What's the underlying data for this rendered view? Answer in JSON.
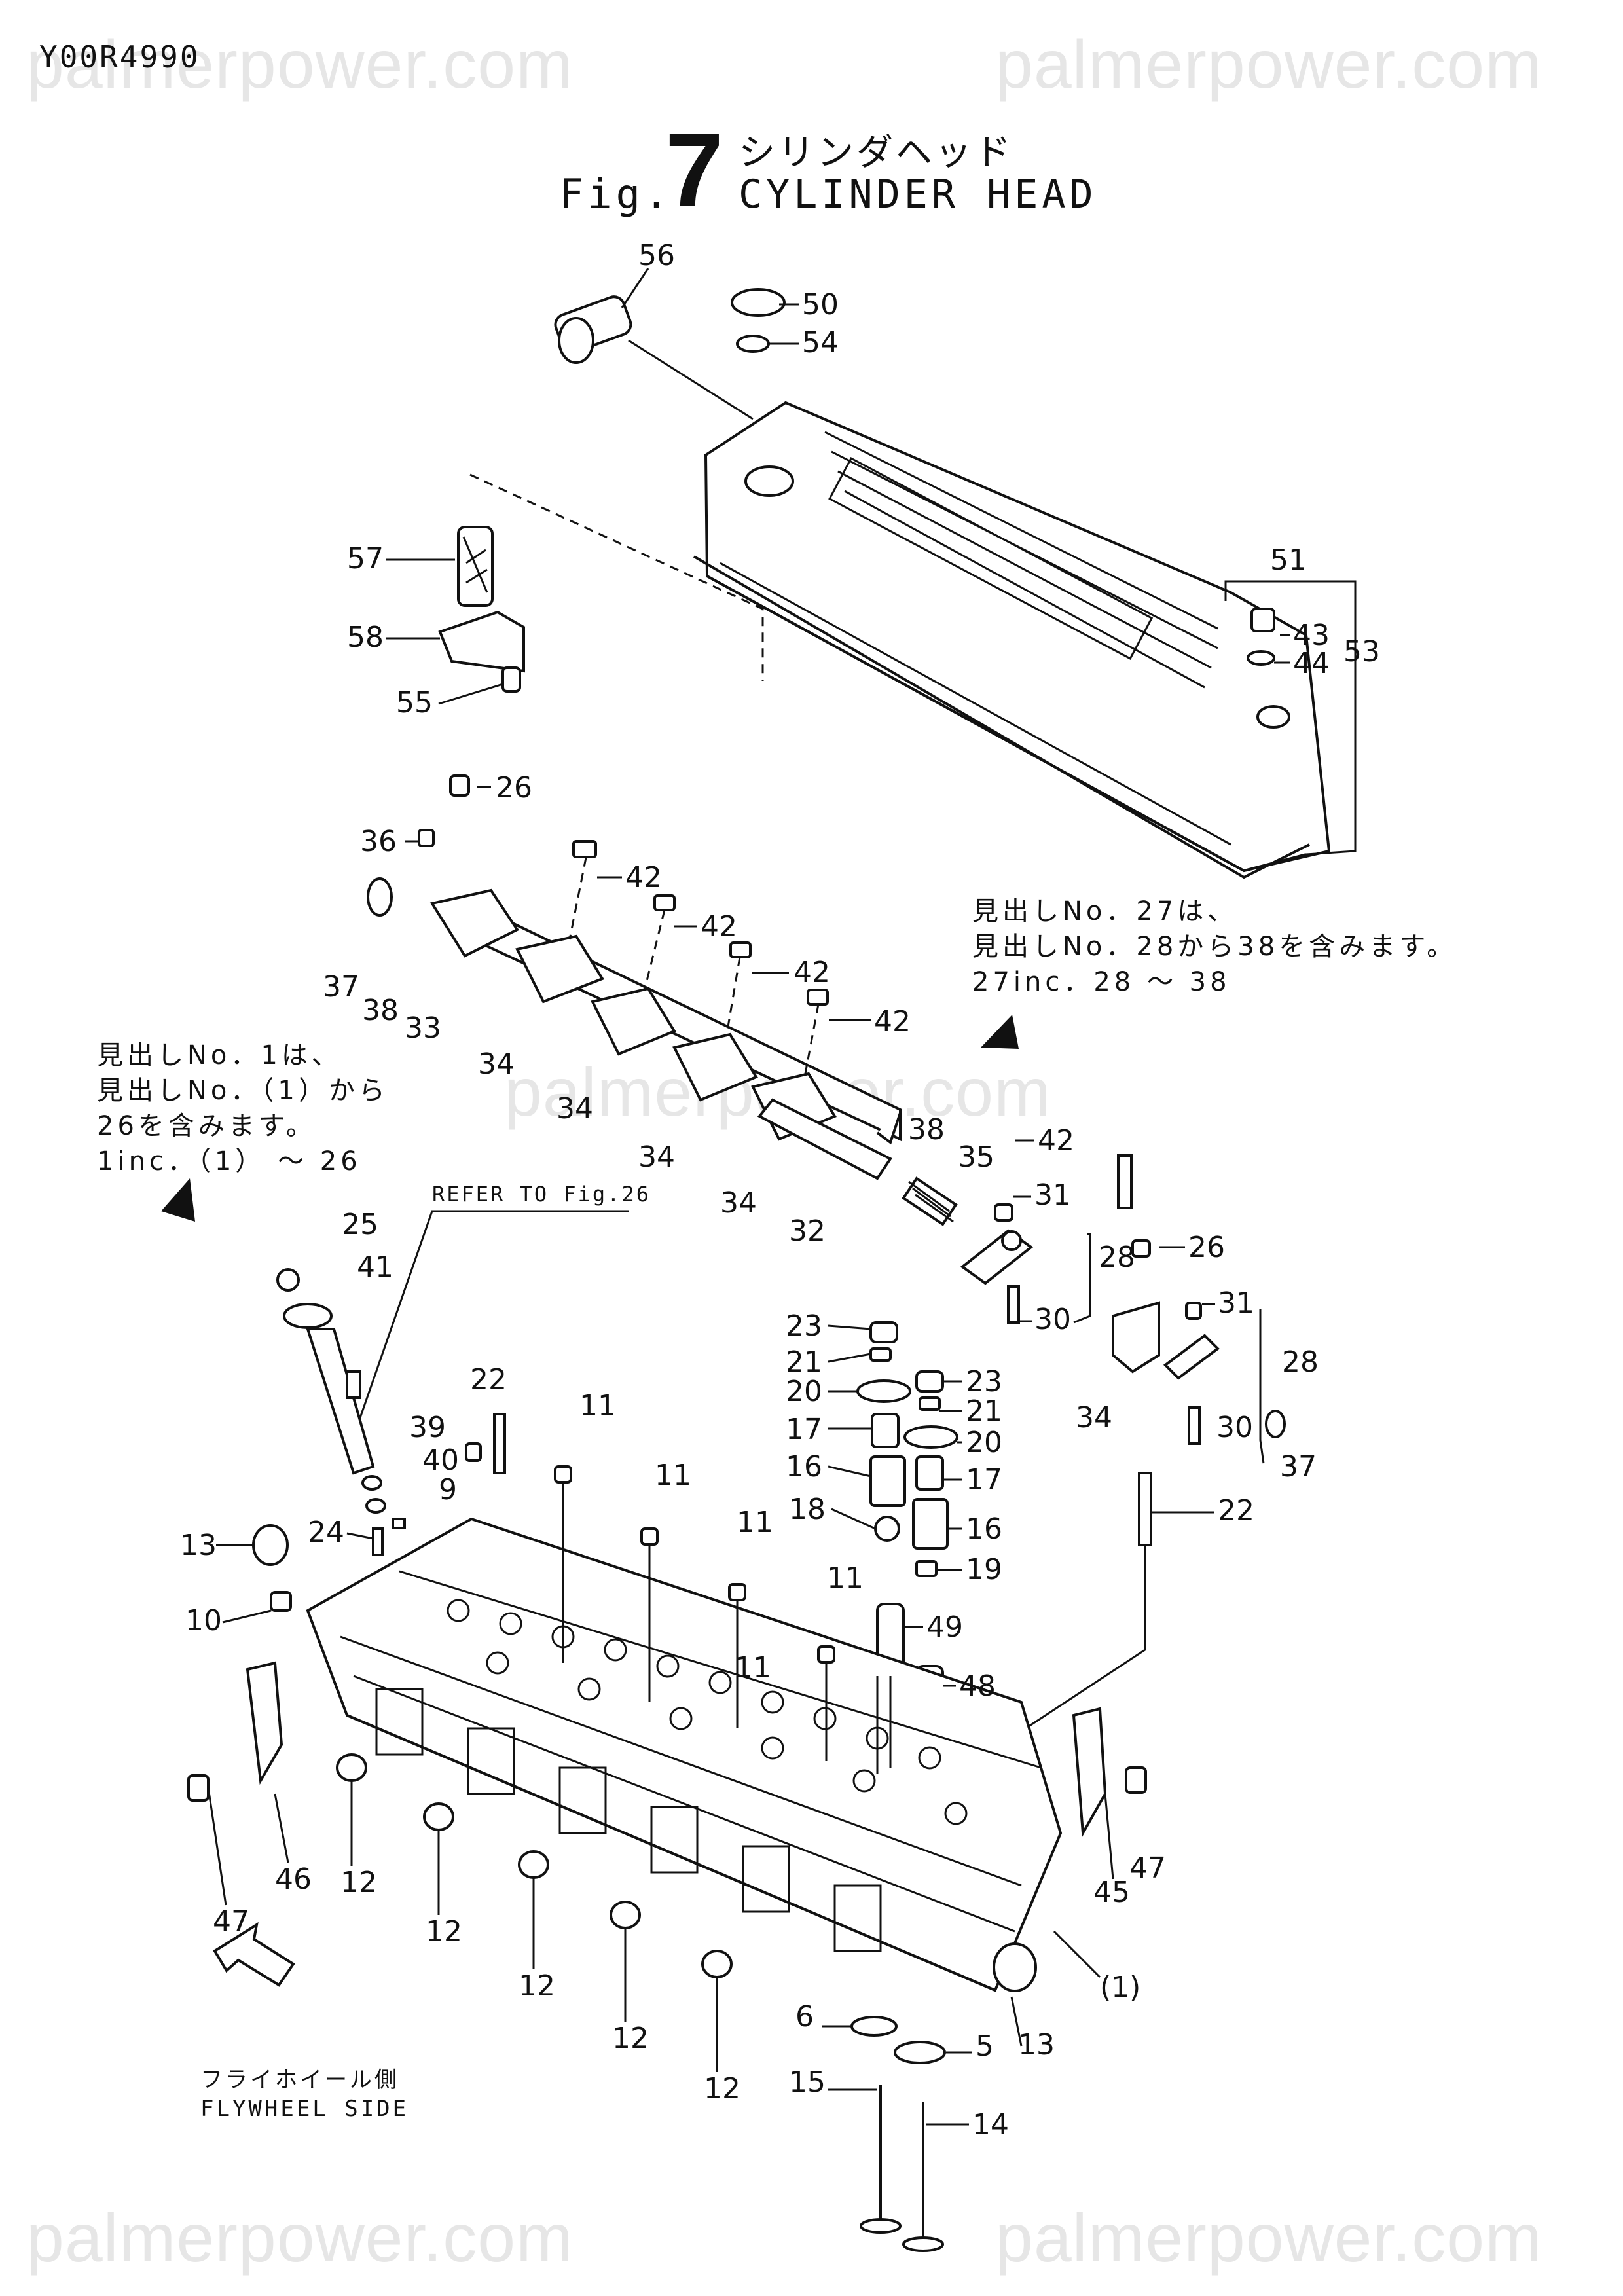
{
  "doc_id": "Y00R4990",
  "watermark": "palmerpower.com",
  "figure": {
    "fig_word": "Fig.",
    "number": "7",
    "title_ja": "シリンダヘッド",
    "title_en": "CYLINDER HEAD"
  },
  "notes": {
    "right": [
      "見出しNo．27は、",
      "見出しNo．28から38を含みます。",
      "27inc．28 ～ 38"
    ],
    "left": [
      "見出しNo．1は、",
      "見出しNo．（1）から",
      "26を含みます。",
      "1inc．（1） ～ 26"
    ]
  },
  "refer": "REFER TO Fig.26",
  "flywheel": [
    "フライホイール側",
    "FLYWHEEL SIDE"
  ],
  "callouts": [
    "56",
    "50",
    "54",
    "57",
    "58",
    "55",
    "51",
    "43",
    "44",
    "53",
    "26",
    "36",
    "42",
    "42",
    "42",
    "42",
    "37",
    "38",
    "33",
    "34",
    "34",
    "34",
    "34",
    "32",
    "38",
    "35",
    "42",
    "31",
    "28",
    "26",
    "30",
    "31",
    "28",
    "34",
    "30",
    "37",
    "22",
    "23",
    "21",
    "20",
    "17",
    "16",
    "18",
    "23",
    "21",
    "20",
    "17",
    "16",
    "19",
    "11",
    "11",
    "11",
    "11",
    "11",
    "25",
    "41",
    "22",
    "39",
    "40",
    "9",
    "24",
    "13",
    "10",
    "49",
    "48",
    "46",
    "47",
    "12",
    "12",
    "12",
    "12",
    "12",
    "45",
    "47",
    "(1)",
    "6",
    "5",
    "13",
    "15",
    "14"
  ]
}
